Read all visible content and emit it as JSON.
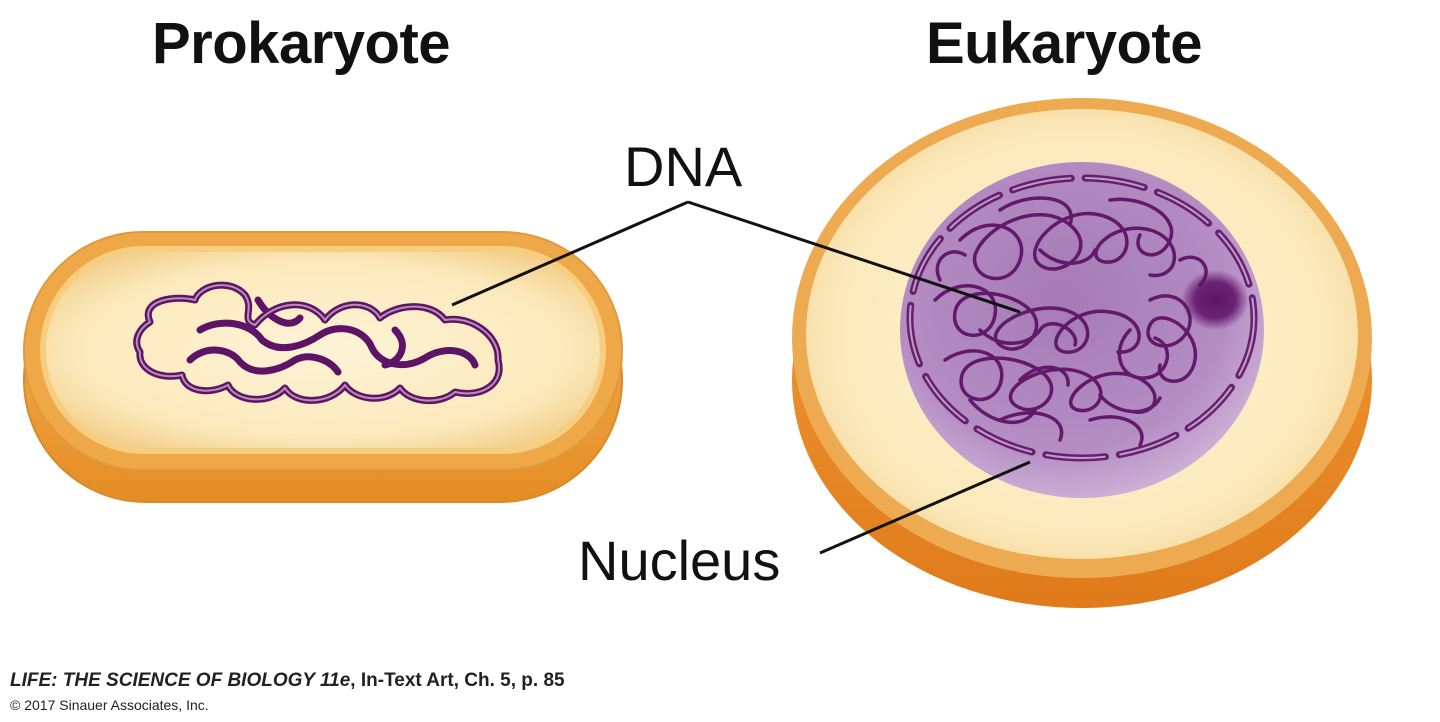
{
  "titles": {
    "prokaryote": "Prokaryote",
    "eukaryote": "Eukaryote"
  },
  "labels": {
    "dna": "DNA",
    "nucleus": "Nucleus"
  },
  "credit": {
    "book": "LIFE: THE SCIENCE OF BIOLOGY 11e",
    "ref": ", In-Text Art, Ch. 5, p. 85",
    "copyright": "© 2017 Sinauer Associates, Inc."
  },
  "colors": {
    "cell_rim": "#e79a33",
    "cell_interior": "#fbebbf",
    "cell_side": "#ec8d2a",
    "dna": "#5e1466",
    "nucleus": "#b58cc4"
  }
}
